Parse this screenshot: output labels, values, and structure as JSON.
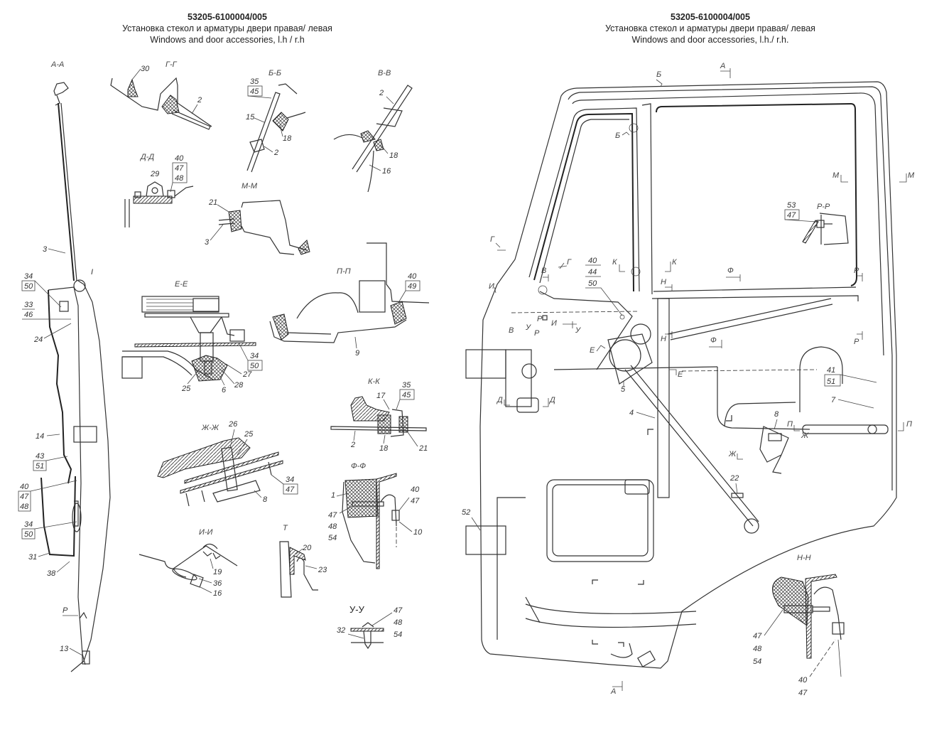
{
  "left_sheet": {
    "header": {
      "code": "53205-6100004/005",
      "title_ru": "Установка стекол и арматуры двери правая/ левая",
      "title_en": "Windows and door accessories, l.h / r.h"
    },
    "sections": {
      "aa": "А-А",
      "gg": "Г-Г",
      "bb": "Б-Б",
      "vv": "В-В",
      "dd": "Д-Д",
      "mm": "М-М",
      "ee": "Е-Е",
      "pp": "П-П",
      "kk": "К-К",
      "zhzh": "Ж-Ж",
      "ff": "Ф-Ф",
      "ii": "И-И",
      "t": "Т",
      "uu": "У-У"
    },
    "callouts": {
      "aa_3": "3",
      "aa_I": "I",
      "aa_34_50_top": [
        "34",
        "50"
      ],
      "aa_33_46": [
        "33",
        "46"
      ],
      "aa_24": "24",
      "aa_14": "14",
      "aa_43_51": [
        "43",
        "51"
      ],
      "aa_40_47_48": [
        "40",
        "47",
        "48"
      ],
      "aa_34_50_bot": [
        "34",
        "50"
      ],
      "aa_31": "31",
      "aa_38": "38",
      "aa_P": "Р",
      "aa_13": "13",
      "gg_30": "30",
      "gg_2": "2",
      "dd_29": "29",
      "dd_40_47_48": [
        "40",
        "47",
        "48"
      ],
      "bb_35_45": [
        "35",
        "45"
      ],
      "bb_15": "15",
      "bb_18": "18",
      "bb_2": "2",
      "vv_2": "2",
      "vv_18": "18",
      "vv_16": "16",
      "mm_21": "21",
      "mm_3": "3",
      "ee_34_50": [
        "34",
        "50"
      ],
      "ee_27": "27",
      "ee_28": "28",
      "ee_25": "25",
      "ee_6": "6",
      "pp_40_49": [
        "40",
        "49"
      ],
      "pp_9": "9",
      "kk_35_45": [
        "35",
        "45"
      ],
      "kk_17": "17",
      "kk_2": "2",
      "kk_18": "18",
      "kk_21": "21",
      "zhzh_26": "26",
      "zhzh_25": "25",
      "zhzh_34_47": [
        "34",
        "47"
      ],
      "zhzh_8": "8",
      "ff_1": "1",
      "ff_40_47": [
        "40",
        "47"
      ],
      "ff_47_48_54": [
        "47",
        "48",
        "54"
      ],
      "ff_10": "10",
      "ii_19": "19",
      "ii_36": "36",
      "ii_16": "16",
      "t_20": "20",
      "t_23": "23",
      "uu_32": "32",
      "uu_47_48_54": [
        "47",
        "48",
        "54"
      ]
    }
  },
  "right_sheet": {
    "header": {
      "code": "53205-6100004/005",
      "title_ru": "Установка стекол и арматуры двери правая/ левая",
      "title_en": "Windows and door accessories, l.h./ r.h."
    },
    "section_marks": {
      "b_top": "Б",
      "a_top": "А",
      "b_inner": "Б",
      "m_left": "М",
      "m_right": "М",
      "pp_title": "Р-Р",
      "g_left": "Г",
      "g_right": "Г",
      "k_left": "К",
      "k_right": "К",
      "f_top": "Ф",
      "v_top": "В",
      "v_bot": "В",
      "i_left": "И",
      "i_right": "И",
      "u_left": "У",
      "u_right": "У",
      "r_left_top": "Р",
      "r_left_bot": "Р",
      "r_right_top": "Р",
      "r_right_bot": "Р",
      "n_top": "Н",
      "n_bot": "Н",
      "e_left": "Е",
      "e_right": "Е",
      "f_mid": "Ф",
      "d_left": "Д",
      "d_right": "Д",
      "p_left": "П",
      "p_right": "П",
      "zh_left": "Ж",
      "zh_right": "Ж",
      "a_bot": "А",
      "nn_title": "Н-Н"
    },
    "callouts": {
      "rr_53_47": [
        "53",
        "47"
      ],
      "c_40_44_50": [
        "40",
        "44",
        "50"
      ],
      "c_5": "5",
      "c_4": "4",
      "c_41_51": [
        "41",
        "51"
      ],
      "c_7": "7",
      "c_8": "8",
      "c_22": "22",
      "c_52": "52",
      "nn_47_48_54": [
        "47",
        "48",
        "54"
      ],
      "nn_40_47": [
        "40",
        "47"
      ]
    }
  }
}
